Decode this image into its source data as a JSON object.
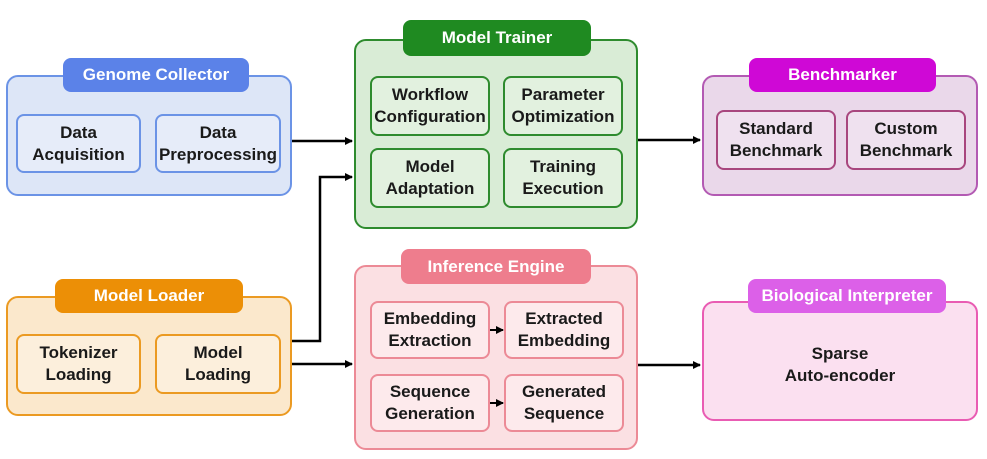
{
  "colors": {
    "genome": {
      "fill": "#dde6f7",
      "stroke": "#6b93e6",
      "tag": "#5b82e8"
    },
    "loader": {
      "fill": "#fbe8cc",
      "stroke": "#eb9a22",
      "tag": "#ec8f06"
    },
    "trainer": {
      "fill": "#d9ecd6",
      "stroke": "#2e8b2e",
      "tag": "#1f8a21"
    },
    "inference": {
      "fill": "#fbe0e3",
      "stroke": "#ec8a96",
      "tag": "#ee7d8d"
    },
    "benchmark": {
      "fill": "#ead8ea",
      "stroke": "#b35ab3",
      "tag": "#cf08d6"
    },
    "bio": {
      "fill": "#fbe0f0",
      "stroke": "#e95cb3",
      "tag": "#dc60e8"
    }
  },
  "genome_collector": {
    "title": "Genome Collector",
    "boxes": [
      {
        "line1": "Data",
        "line2": "Acquisition"
      },
      {
        "line1": "Data",
        "line2": "Preprocessing"
      }
    ]
  },
  "model_loader": {
    "title": "Model Loader",
    "boxes": [
      {
        "line1": "Tokenizer",
        "line2": "Loading"
      },
      {
        "line1": "Model",
        "line2": "Loading"
      }
    ]
  },
  "model_trainer": {
    "title": "Model Trainer",
    "boxes": [
      {
        "line1": "Workflow",
        "line2": "Configuration"
      },
      {
        "line1": "Parameter",
        "line2": "Optimization"
      },
      {
        "line1": "Model",
        "line2": "Adaptation"
      },
      {
        "line1": "Training",
        "line2": "Execution"
      }
    ]
  },
  "inference_engine": {
    "title": "Inference Engine",
    "boxes": [
      {
        "line1": "Embedding",
        "line2": "Extraction"
      },
      {
        "line1": "Extracted",
        "line2": "Embedding"
      },
      {
        "line1": "Sequence",
        "line2": "Generation"
      },
      {
        "line1": "Generated",
        "line2": "Sequence"
      }
    ]
  },
  "benchmarker": {
    "title": "Benchmarker",
    "boxes": [
      {
        "line1": "Standard",
        "line2": "Benchmark"
      },
      {
        "line1": "Custom",
        "line2": "Benchmark"
      }
    ]
  },
  "biological_interpreter": {
    "title": "Biological Interpreter",
    "content": {
      "line1": "Sparse",
      "line2": "Auto-encoder"
    }
  }
}
